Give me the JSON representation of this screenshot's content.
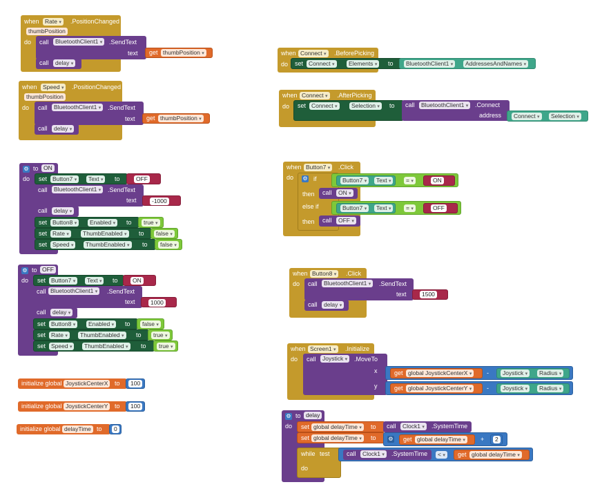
{
  "blocks": {
    "rate": {
      "when": "when",
      "component": "Rate",
      "event": ".PositionChanged",
      "param": "thumbPosition",
      "do": "do",
      "call": "call",
      "client": "BluetoothClient1",
      "send": ".SendText",
      "text": "text",
      "get": "get",
      "getvar": "thumbPosition",
      "delay": "delay"
    },
    "speed": {
      "when": "when",
      "component": "Speed",
      "event": ".PositionChanged",
      "param": "thumbPosition",
      "do": "do",
      "call": "call",
      "client": "BluetoothClient1",
      "send": ".SendText",
      "text": "text",
      "get": "get",
      "getvar": "thumbPosition",
      "delay": "delay"
    },
    "on_proc": {
      "to": "to",
      "name": "ON",
      "do": "do",
      "set": "set",
      "btn7": "Button7",
      "prop_text": "Text",
      "to2": "to",
      "off": "OFF",
      "call": "call",
      "client": "BluetoothClient1",
      "send": ".SendText",
      "text": "text",
      "val": "-1000",
      "delay": "delay",
      "btn8": "Button8",
      "enabled": "Enabled",
      "true1": "true",
      "rate": "Rate",
      "thumb": "ThumbEnabled",
      "false1": "false",
      "speed": "Speed",
      "false2": "false"
    },
    "off_proc": {
      "to": "to",
      "name": "OFF",
      "do": "do",
      "set": "set",
      "btn7": "Button7",
      "prop_text": "Text",
      "to2": "to",
      "on": "ON",
      "call": "call",
      "client": "BluetoothClient1",
      "send": ".SendText",
      "text": "text",
      "val": "1000",
      "delay": "delay",
      "btn8": "Button8",
      "enabled": "Enabled",
      "false1": "false",
      "rate": "Rate",
      "thumb": "ThumbEnabled",
      "true1": "true",
      "speed": "Speed",
      "true2": "true"
    },
    "init1": {
      "label": "initialize global",
      "name": "JoystickCenterX",
      "to": "to",
      "val": "100"
    },
    "init2": {
      "label": "initialize global",
      "name": "JoystickCenterY",
      "to": "to",
      "val": "100"
    },
    "init3": {
      "label": "initialize global",
      "name": "delayTime",
      "to": "to",
      "val": "0"
    },
    "before": {
      "when": "when",
      "component": "Connect",
      "event": ".BeforePicking",
      "do": "do",
      "set": "set",
      "comp2": "Connect",
      "prop": "Elements",
      "to": "to",
      "client": "BluetoothClient1",
      "prop2": "AddressesAndNames"
    },
    "after": {
      "when": "when",
      "component": "Connect",
      "event": ".AfterPicking",
      "do": "do",
      "set": "set",
      "comp2": "Connect",
      "prop": "Selection",
      "to": "to",
      "call": "call",
      "client": "BluetoothClient1",
      "method": ".Connect",
      "address": "address",
      "comp3": "Connect",
      "prop3": "Selection"
    },
    "b7click": {
      "when": "when",
      "component": "Button7",
      "event": ".Click",
      "do": "do",
      "if": "if",
      "btn7": "Button7",
      "prop": "Text",
      "eq": "=",
      "on": "ON",
      "then": "then",
      "call": "call",
      "callon": "ON",
      "elseif": "else if",
      "off": "OFF",
      "then2": "then",
      "calloff": "OFF"
    },
    "b8click": {
      "when": "when",
      "component": "Button8",
      "event": ".Click",
      "do": "do",
      "call": "call",
      "client": "BluetoothClient1",
      "send": ".SendText",
      "text": "text",
      "val": "1500",
      "delay": "delay"
    },
    "screen": {
      "when": "when",
      "component": "Screen1",
      "event": ".Initialize",
      "do": "do",
      "call": "call",
      "joy": "Joystick",
      "method": ".MoveTo",
      "x": "x",
      "y": "y",
      "get": "get",
      "gx": "global JoystickCenterX",
      "gy": "global JoystickCenterY",
      "minus": "-",
      "joy2": "Joystick",
      "radius": "Radius"
    },
    "delayproc": {
      "to": "to",
      "name": "delay",
      "do": "do",
      "set": "set",
      "var": "global delayTime",
      "to2": "to",
      "call": "call",
      "clock": "Clock1",
      "systime": ".SystemTime",
      "plus": "+",
      "get": "get",
      "two": "2",
      "while": "while",
      "test": "test",
      "lt": "<",
      "do2": "do"
    }
  },
  "colors": {
    "event": "#c49a2c",
    "procedure": "#6a3e8c",
    "setter": "#1f5e3a",
    "component": "#3fa68a",
    "logic": "#7ec83a",
    "variable": "#e06a2a",
    "text": "#a8284a",
    "math": "#3a78c2"
  }
}
